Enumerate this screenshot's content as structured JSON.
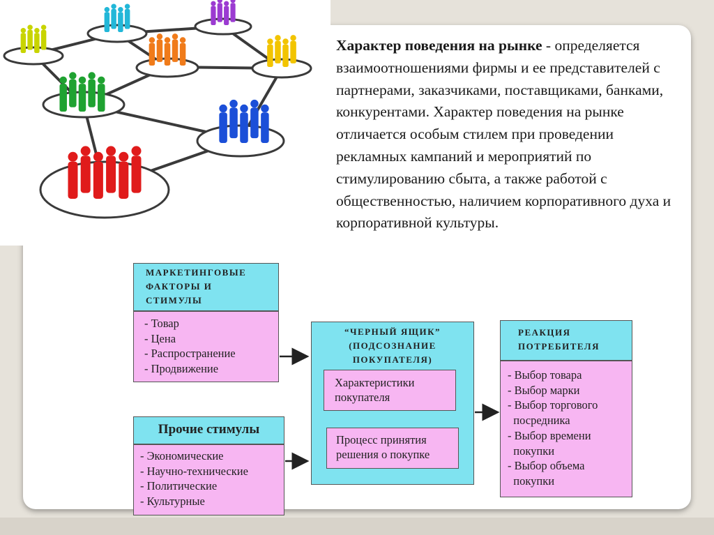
{
  "paragraph": {
    "heading": "Характер поведения на рынке",
    "dash": " - ",
    "text": "определяется взаимоотношениями фирмы и ее представителей с партнерами, заказчиками, поставщиками, банками, конкурентами. Характер поведения на рынке отличается особым стилем при проведении рекламных кампаний и мероприятий по стимулированию сбыта, а также работой с общественностью, наличием корпоративного духа и корпоративной культуры."
  },
  "marketing": {
    "header": [
      "МАРКЕТИНГОВЫЕ",
      "ФАКТОРЫ И",
      "СТИМУЛЫ"
    ],
    "items": [
      "- Товар",
      "- Цена",
      "- Распространение",
      "- Продвижение"
    ]
  },
  "other": {
    "header": "Прочие стимулы",
    "items": [
      "- Экономические",
      "- Научно-технические",
      "- Политические",
      "- Культурные"
    ]
  },
  "blackbox": {
    "header": [
      "“ЧЕРНЫЙ ЯЩИК”",
      "(ПОДСОЗНАНИЕ",
      "ПОКУПАТЕЛЯ)"
    ],
    "inner1": [
      "Характеристики",
      "покупателя"
    ],
    "inner2": [
      "Процесс принятия",
      "решения о покупке"
    ]
  },
  "reaction": {
    "header": [
      "РЕАКЦИЯ",
      "ПОТРЕБИТЕЛЯ"
    ],
    "items": [
      "- Выбор товара",
      "- Выбор марки",
      "- Выбор торгового",
      "  посредника",
      "- Выбор времени",
      "  покупки",
      "- Выбор объема",
      "  покупки"
    ]
  },
  "colors": {
    "cyan": "#7fe3f0",
    "pink": "#f7b6f2",
    "people": [
      "#c8d400",
      "#22b7d8",
      "#9b3bd1",
      "#f07b1a",
      "#f2c400",
      "#1fa231",
      "#1b4fd8",
      "#e01b1b"
    ]
  }
}
